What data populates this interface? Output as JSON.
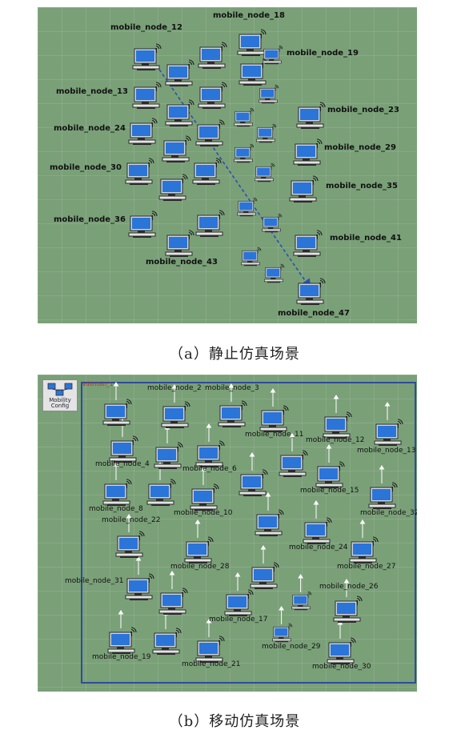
{
  "panel_a": {
    "caption": "（a）静止仿真场景",
    "labels": [
      "mobile_node_18",
      "mobile_node_12",
      "mobile_node_19",
      "mobile_node_13",
      "mobile_node_23",
      "mobile_node_24",
      "mobile_node_29",
      "mobile_node_30",
      "mobile_node_35",
      "mobile_node_36",
      "mobile_node_41",
      "mobile_node_43",
      "mobile_node_47"
    ],
    "colors": {
      "background": "#7aa078",
      "link": "#2b4fb3",
      "screen": "#2b74d8"
    }
  },
  "panel_b": {
    "caption": "（b）移动仿真场景",
    "mobility_config": "Mobility Config",
    "vdomain": "vdomain_1",
    "labels": [
      "mobile_node_2",
      "mobile_node_3",
      "mobile_node_11",
      "mobile_node_12",
      "mobile_node_13",
      "mobile_node_4",
      "mobile_node_6",
      "mobile_node_15",
      "mobile_node_8",
      "mobile_node_10",
      "mobile_node_32",
      "mobile_node_22",
      "mobile_node_24",
      "mobile_node_28",
      "mobile_node_27",
      "mobile_node_31",
      "mobile_node_26",
      "mobile_node_17",
      "mobile_node_29",
      "mobile_node_19",
      "mobile_node_21",
      "mobile_node_30"
    ],
    "colors": {
      "background": "#7aa078",
      "domain_border": "#2e4b9d",
      "vdomain_text": "#c0282a"
    }
  }
}
